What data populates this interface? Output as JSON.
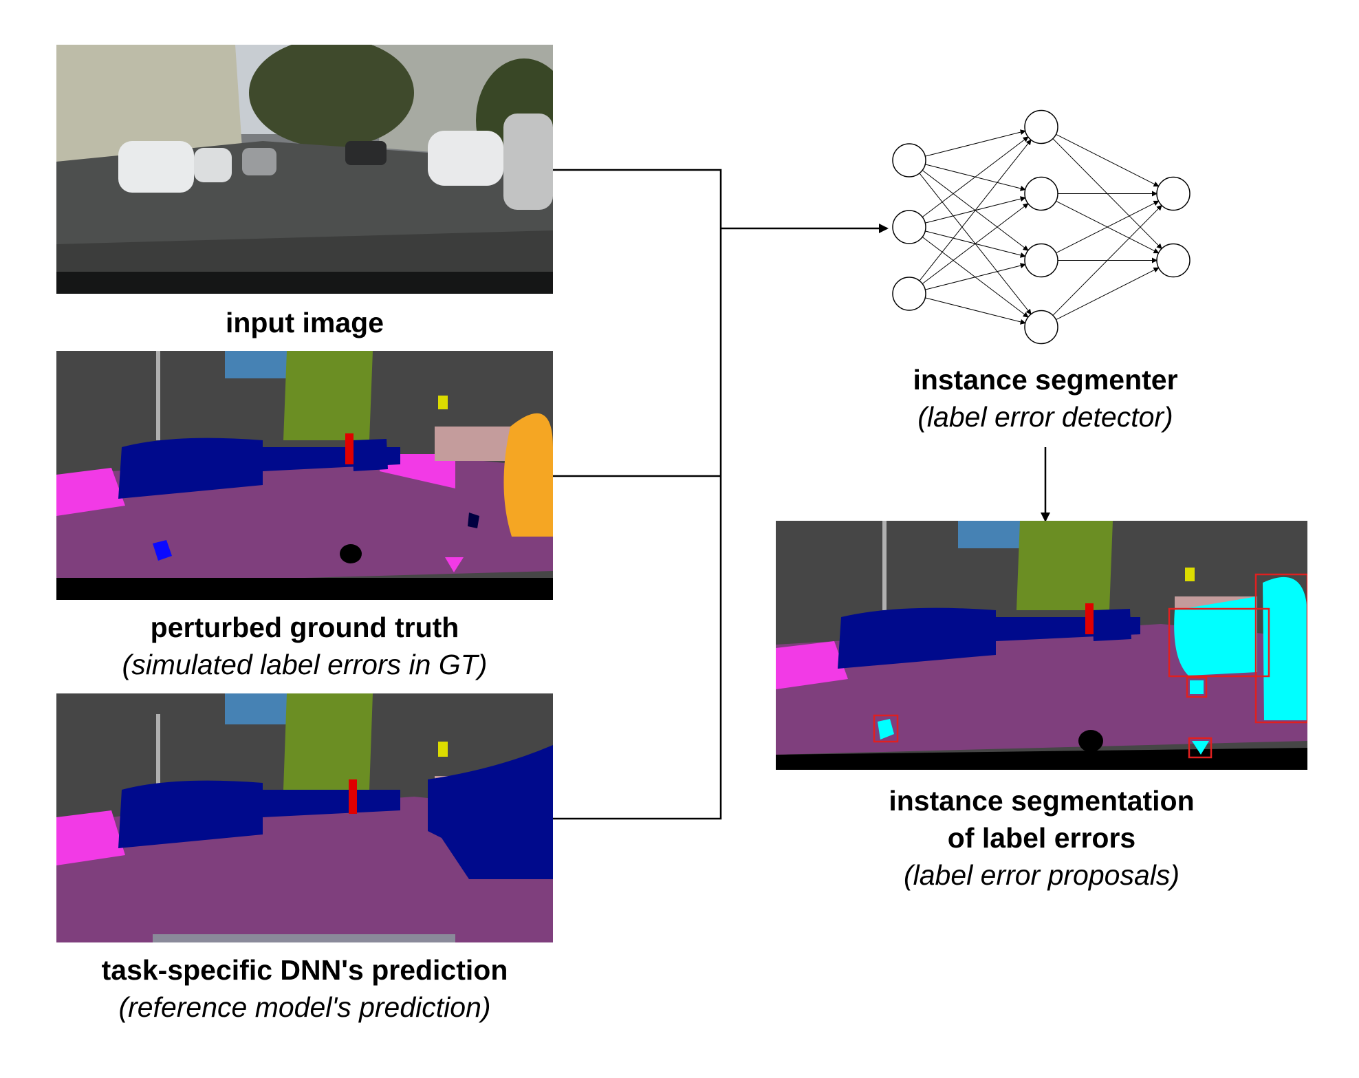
{
  "input": {
    "title": "input image"
  },
  "perturbed": {
    "title": "perturbed ground truth",
    "subtitle": "(simulated label errors in GT)"
  },
  "prediction": {
    "title": "task-specific DNN's prediction",
    "subtitle": "(reference model's prediction)"
  },
  "segmenter": {
    "title": "instance segmenter",
    "subtitle": "(label error detector)"
  },
  "output": {
    "title_line1": "instance segmentation",
    "title_line2": "of label errors",
    "subtitle": "(label error proposals)"
  },
  "network": {
    "layers": [
      3,
      4,
      2
    ]
  },
  "colors": {
    "road": "#7f3f7d",
    "sidewalk": "#f23ae6",
    "building": "#464646",
    "vegetation": "#6b8e23",
    "car": "#000a8c",
    "sky": "#4682b4",
    "sign": "#dcdc00",
    "person": "#e00000",
    "wall": "#c49c9c",
    "error_gt": "#f5a623",
    "error_fill": "#00ffff",
    "error_box": "#e02020",
    "pole": "#b0b0b0",
    "void": "#000000"
  }
}
